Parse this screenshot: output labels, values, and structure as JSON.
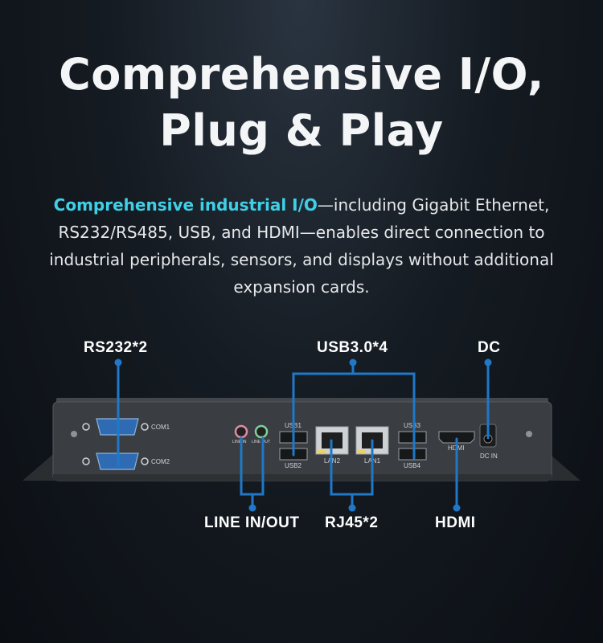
{
  "heading": {
    "line1": "Comprehensive I/O,",
    "line2": "Plug & Play"
  },
  "description": {
    "highlight": "Comprehensive industrial I/O",
    "rest": "—including Gigabit Ethernet, RS232/RS485, USB, and HDMI—enables direct connection to industrial peripherals, sensors, and displays without additional expansion cards."
  },
  "callouts": {
    "rs232": "RS232*2",
    "usb": "USB3.0*4",
    "dc": "DC",
    "line_in_out": "LINE IN/OUT",
    "rj45": "RJ45*2",
    "hdmi": "HDMI"
  },
  "port_labels": {
    "com1": "COM1",
    "com2": "COM2",
    "usb1": "USB1",
    "usb2": "USB2",
    "usb3": "USB3",
    "usb4": "USB4",
    "lan1": "LAN1",
    "lan2": "LAN2",
    "hdmi": "HDMI",
    "dc_in": "DC IN",
    "line_in": "LINE IN",
    "line_out": "LINE OUT"
  },
  "colors": {
    "accent": "#3fd0e6",
    "line": "#1f78c8",
    "chassis": "#3a3d41"
  }
}
